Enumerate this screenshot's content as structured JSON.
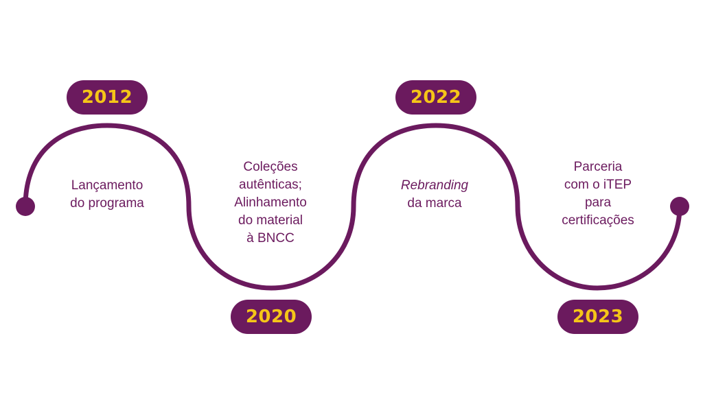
{
  "colors": {
    "primary": "#6b1a5e",
    "accent": "#f5c518",
    "background": "#ffffff"
  },
  "timeline": [
    {
      "year": "2012",
      "lines": [
        "Lançamento",
        "do programa"
      ]
    },
    {
      "year": "2020",
      "lines": [
        "Coleções",
        "autênticas;",
        "Alinhamento",
        "do material",
        "à BNCC"
      ]
    },
    {
      "year": "2022",
      "lines": [
        "Rebranding",
        "da marca"
      ]
    },
    {
      "year": "2023",
      "lines": [
        "Parceria",
        "com o iTEP",
        "para",
        "certificações"
      ]
    }
  ]
}
